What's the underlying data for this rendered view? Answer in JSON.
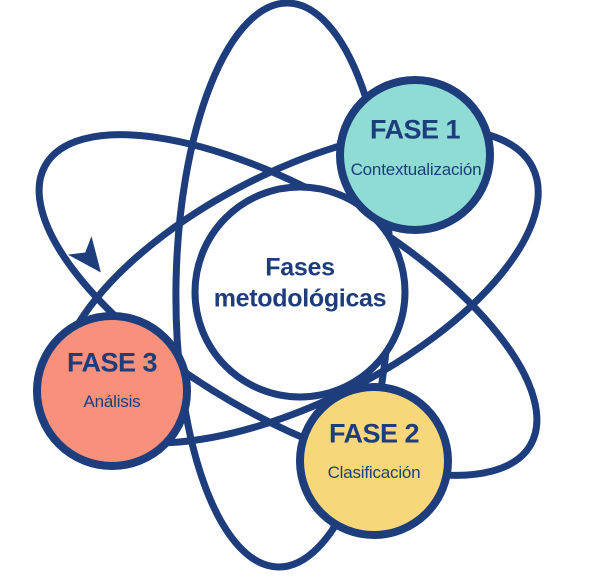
{
  "colors": {
    "navy": "#1e3d7c",
    "teal": "#8edcd3",
    "yellow": "#f8d77b",
    "salmon": "#f9907b",
    "background": "#ffffff"
  },
  "center_circle": {
    "line1": "Fases",
    "line2": "metodológicas"
  },
  "phases": [
    {
      "label": "FASE 1",
      "sublabel": "Contextualización",
      "fill": "#8edcd3"
    },
    {
      "label": "FASE 2",
      "sublabel": "Clasificación",
      "fill": "#f8d77b"
    },
    {
      "label": "FASE 3",
      "sublabel": "Análisis",
      "fill": "#f9907b"
    }
  ],
  "icons": {
    "flow_arrow": "orbit-direction-arrowhead"
  }
}
